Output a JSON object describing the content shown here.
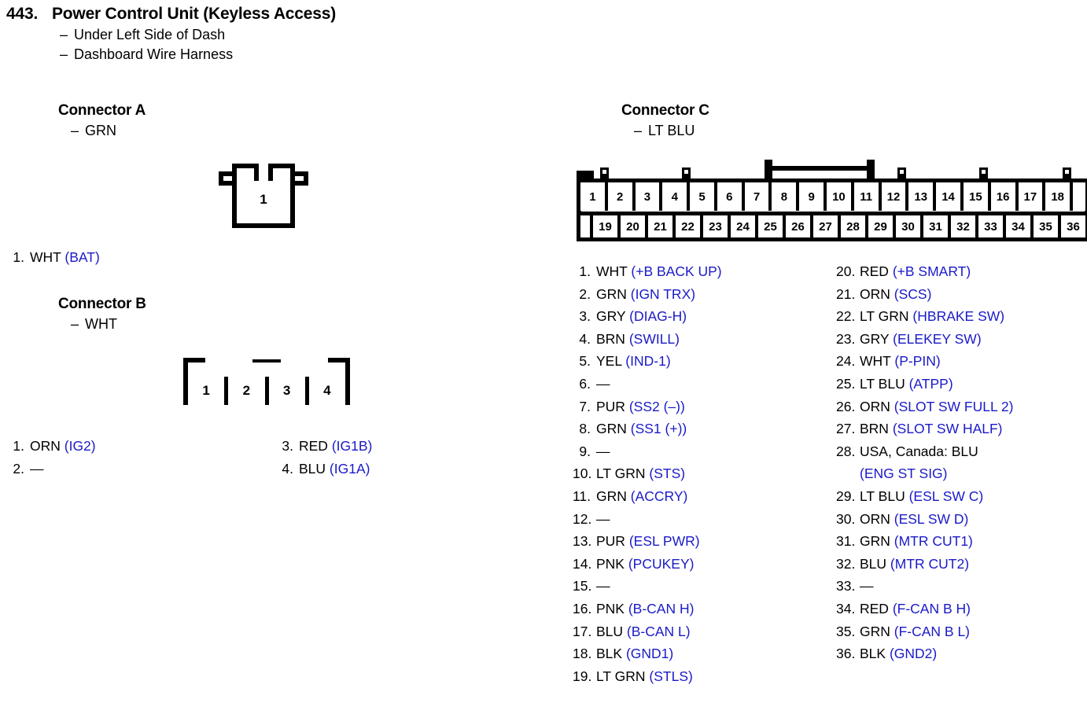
{
  "header": {
    "number": "443.",
    "title": "Power Control Unit (Keyless Access)",
    "dash": "–",
    "sub1": "Under Left Side of Dash",
    "sub2": "Dashboard Wire Harness"
  },
  "connector_a": {
    "name": "Connector A",
    "dash": "–",
    "color": "GRN",
    "cells": [
      "1"
    ],
    "pins": [
      {
        "idx": "1.",
        "wire": "WHT",
        "signal": "(BAT)"
      }
    ]
  },
  "connector_b": {
    "name": "Connector B",
    "dash": "–",
    "color": "WHT",
    "cells": [
      "1",
      "2",
      "3",
      "4"
    ],
    "pins_left": [
      {
        "idx": "1.",
        "wire": "ORN",
        "signal": "(IG2)"
      },
      {
        "idx": "2.",
        "wire": "—",
        "signal": ""
      }
    ],
    "pins_right": [
      {
        "idx": "3.",
        "wire": "RED",
        "signal": "(IG1B)"
      },
      {
        "idx": "4.",
        "wire": "BLU",
        "signal": "(IG1A)"
      }
    ]
  },
  "connector_c": {
    "name": "Connector C",
    "dash": "–",
    "color": "LT BLU",
    "cells_top": [
      "1",
      "2",
      "3",
      "4",
      "5",
      "6",
      "7",
      "8",
      "9",
      "10",
      "11",
      "12",
      "13",
      "14",
      "15",
      "16",
      "17",
      "18",
      ""
    ],
    "cells_bottom": [
      "",
      "19",
      "20",
      "21",
      "22",
      "23",
      "24",
      "25",
      "26",
      "27",
      "28",
      "29",
      "30",
      "31",
      "32",
      "33",
      "34",
      "35",
      "36"
    ],
    "pins_left": [
      {
        "idx": "1.",
        "wire": "WHT",
        "signal": "(+B BACK UP)"
      },
      {
        "idx": "2.",
        "wire": "GRN",
        "signal": "(IGN TRX)"
      },
      {
        "idx": "3.",
        "wire": "GRY",
        "signal": "(DIAG-H)"
      },
      {
        "idx": "4.",
        "wire": "BRN",
        "signal": "(SWILL)"
      },
      {
        "idx": "5.",
        "wire": "YEL",
        "signal": "(IND-1)"
      },
      {
        "idx": "6.",
        "wire": "—",
        "signal": ""
      },
      {
        "idx": "7.",
        "wire": "PUR",
        "signal": "(SS2 (–))"
      },
      {
        "idx": "8.",
        "wire": "GRN",
        "signal": "(SS1 (+))"
      },
      {
        "idx": "9.",
        "wire": "—",
        "signal": ""
      },
      {
        "idx": "10.",
        "wire": "LT GRN",
        "signal": "(STS)"
      },
      {
        "idx": "11.",
        "wire": "GRN",
        "signal": "(ACCRY)"
      },
      {
        "idx": "12.",
        "wire": "—",
        "signal": ""
      },
      {
        "idx": "13.",
        "wire": "PUR",
        "signal": "(ESL PWR)"
      },
      {
        "idx": "14.",
        "wire": "PNK",
        "signal": "(PCUKEY)"
      },
      {
        "idx": "15.",
        "wire": "—",
        "signal": ""
      },
      {
        "idx": "16.",
        "wire": "PNK",
        "signal": "(B-CAN H)"
      },
      {
        "idx": "17.",
        "wire": "BLU",
        "signal": "(B-CAN L)"
      },
      {
        "idx": "18.",
        "wire": "BLK",
        "signal": "(GND1)"
      },
      {
        "idx": "19.",
        "wire": "LT GRN",
        "signal": "(STLS)"
      }
    ],
    "pins_right": [
      {
        "idx": "20.",
        "wire": "RED",
        "signal": "(+B SMART)"
      },
      {
        "idx": "21.",
        "wire": "ORN",
        "signal": "(SCS)"
      },
      {
        "idx": "22.",
        "wire": "LT GRN",
        "signal": "(HBRAKE SW)"
      },
      {
        "idx": "23.",
        "wire": "GRY",
        "signal": "(ELEKEY SW)"
      },
      {
        "idx": "24.",
        "wire": "WHT",
        "signal": "(P-PIN)"
      },
      {
        "idx": "25.",
        "wire": "LT BLU",
        "signal": "(ATPP)"
      },
      {
        "idx": "26.",
        "wire": "ORN",
        "signal": "(SLOT SW FULL 2)"
      },
      {
        "idx": "27.",
        "wire": "BRN",
        "signal": "(SLOT SW HALF)"
      },
      {
        "idx": "28.",
        "wire": "USA, Canada: BLU",
        "signal": "(ENG ST SIG)",
        "signal_on_new_line": true
      },
      {
        "idx": "29.",
        "wire": "LT BLU",
        "signal": "(ESL SW C)"
      },
      {
        "idx": "30.",
        "wire": "ORN",
        "signal": "(ESL SW D)"
      },
      {
        "idx": "31.",
        "wire": "GRN",
        "signal": "(MTR CUT1)"
      },
      {
        "idx": "32.",
        "wire": "BLU",
        "signal": "(MTR CUT2)"
      },
      {
        "idx": "33.",
        "wire": "—",
        "signal": ""
      },
      {
        "idx": "34.",
        "wire": "RED",
        "signal": "(F-CAN B H)"
      },
      {
        "idx": "35.",
        "wire": "GRN",
        "signal": "(F-CAN B L)"
      },
      {
        "idx": "36.",
        "wire": "BLK",
        "signal": "(GND2)"
      }
    ]
  },
  "colors": {
    "signal_blue": "#1a1ac8",
    "text_black": "#000000",
    "background": "#ffffff"
  }
}
